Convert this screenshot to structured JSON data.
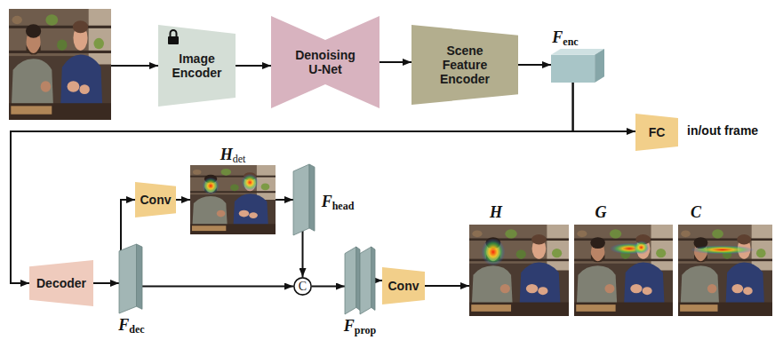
{
  "diagram": {
    "nodes": [
      {
        "text": [
          "Image Encoder"
        ]
      },
      {
        "text": [
          "Denoising U-Net"
        ]
      },
      {
        "text": [
          "Scene Feature Encoder"
        ]
      },
      {
        "text": [
          "F",
          "enc"
        ]
      },
      {
        "text": [
          "FC"
        ]
      },
      {
        "text": [
          "H",
          "det"
        ]
      },
      {
        "text": [
          "Conv"
        ]
      },
      {
        "text": [
          "F",
          "head"
        ]
      },
      {
        "text": [
          "Decoder"
        ]
      },
      {
        "text": [
          "F",
          "dec"
        ]
      },
      {
        "text": [
          "C"
        ]
      },
      {
        "text": [
          "F",
          "prop"
        ]
      },
      {
        "text": [
          "Conv"
        ]
      },
      {
        "text": [
          "H"
        ]
      },
      {
        "text": [
          "G"
        ]
      },
      {
        "text": [
          "C"
        ]
      }
    ],
    "edges": [
      {
        "from": 0,
        "to": 1,
        "arrow": "to"
      },
      {
        "from": 1,
        "to": 2,
        "arrow": "to"
      },
      {
        "from": 2,
        "to": 3,
        "arrow": "to"
      },
      {
        "from": 3,
        "to": 4,
        "arrow": "to"
      },
      {
        "from": 3,
        "to": 8,
        "arrow": "to"
      },
      {
        "from": 8,
        "to": 9,
        "arrow": "to"
      },
      {
        "from": 9,
        "to": 6,
        "arrow": "to"
      },
      {
        "from": 6,
        "to": 5,
        "arrow": "to"
      },
      {
        "from": 5,
        "to": 7,
        "arrow": "to"
      },
      {
        "from": 7,
        "to": 10,
        "arrow": "to"
      },
      {
        "from": 9,
        "to": 10,
        "arrow": "to"
      },
      {
        "from": 10,
        "to": 11,
        "arrow": "to"
      },
      {
        "from": 11,
        "to": 12,
        "arrow": "to"
      },
      {
        "from": 12,
        "to": 13,
        "arrow": "to"
      }
    ],
    "labels": [
      "in/out frame"
    ]
  }
}
